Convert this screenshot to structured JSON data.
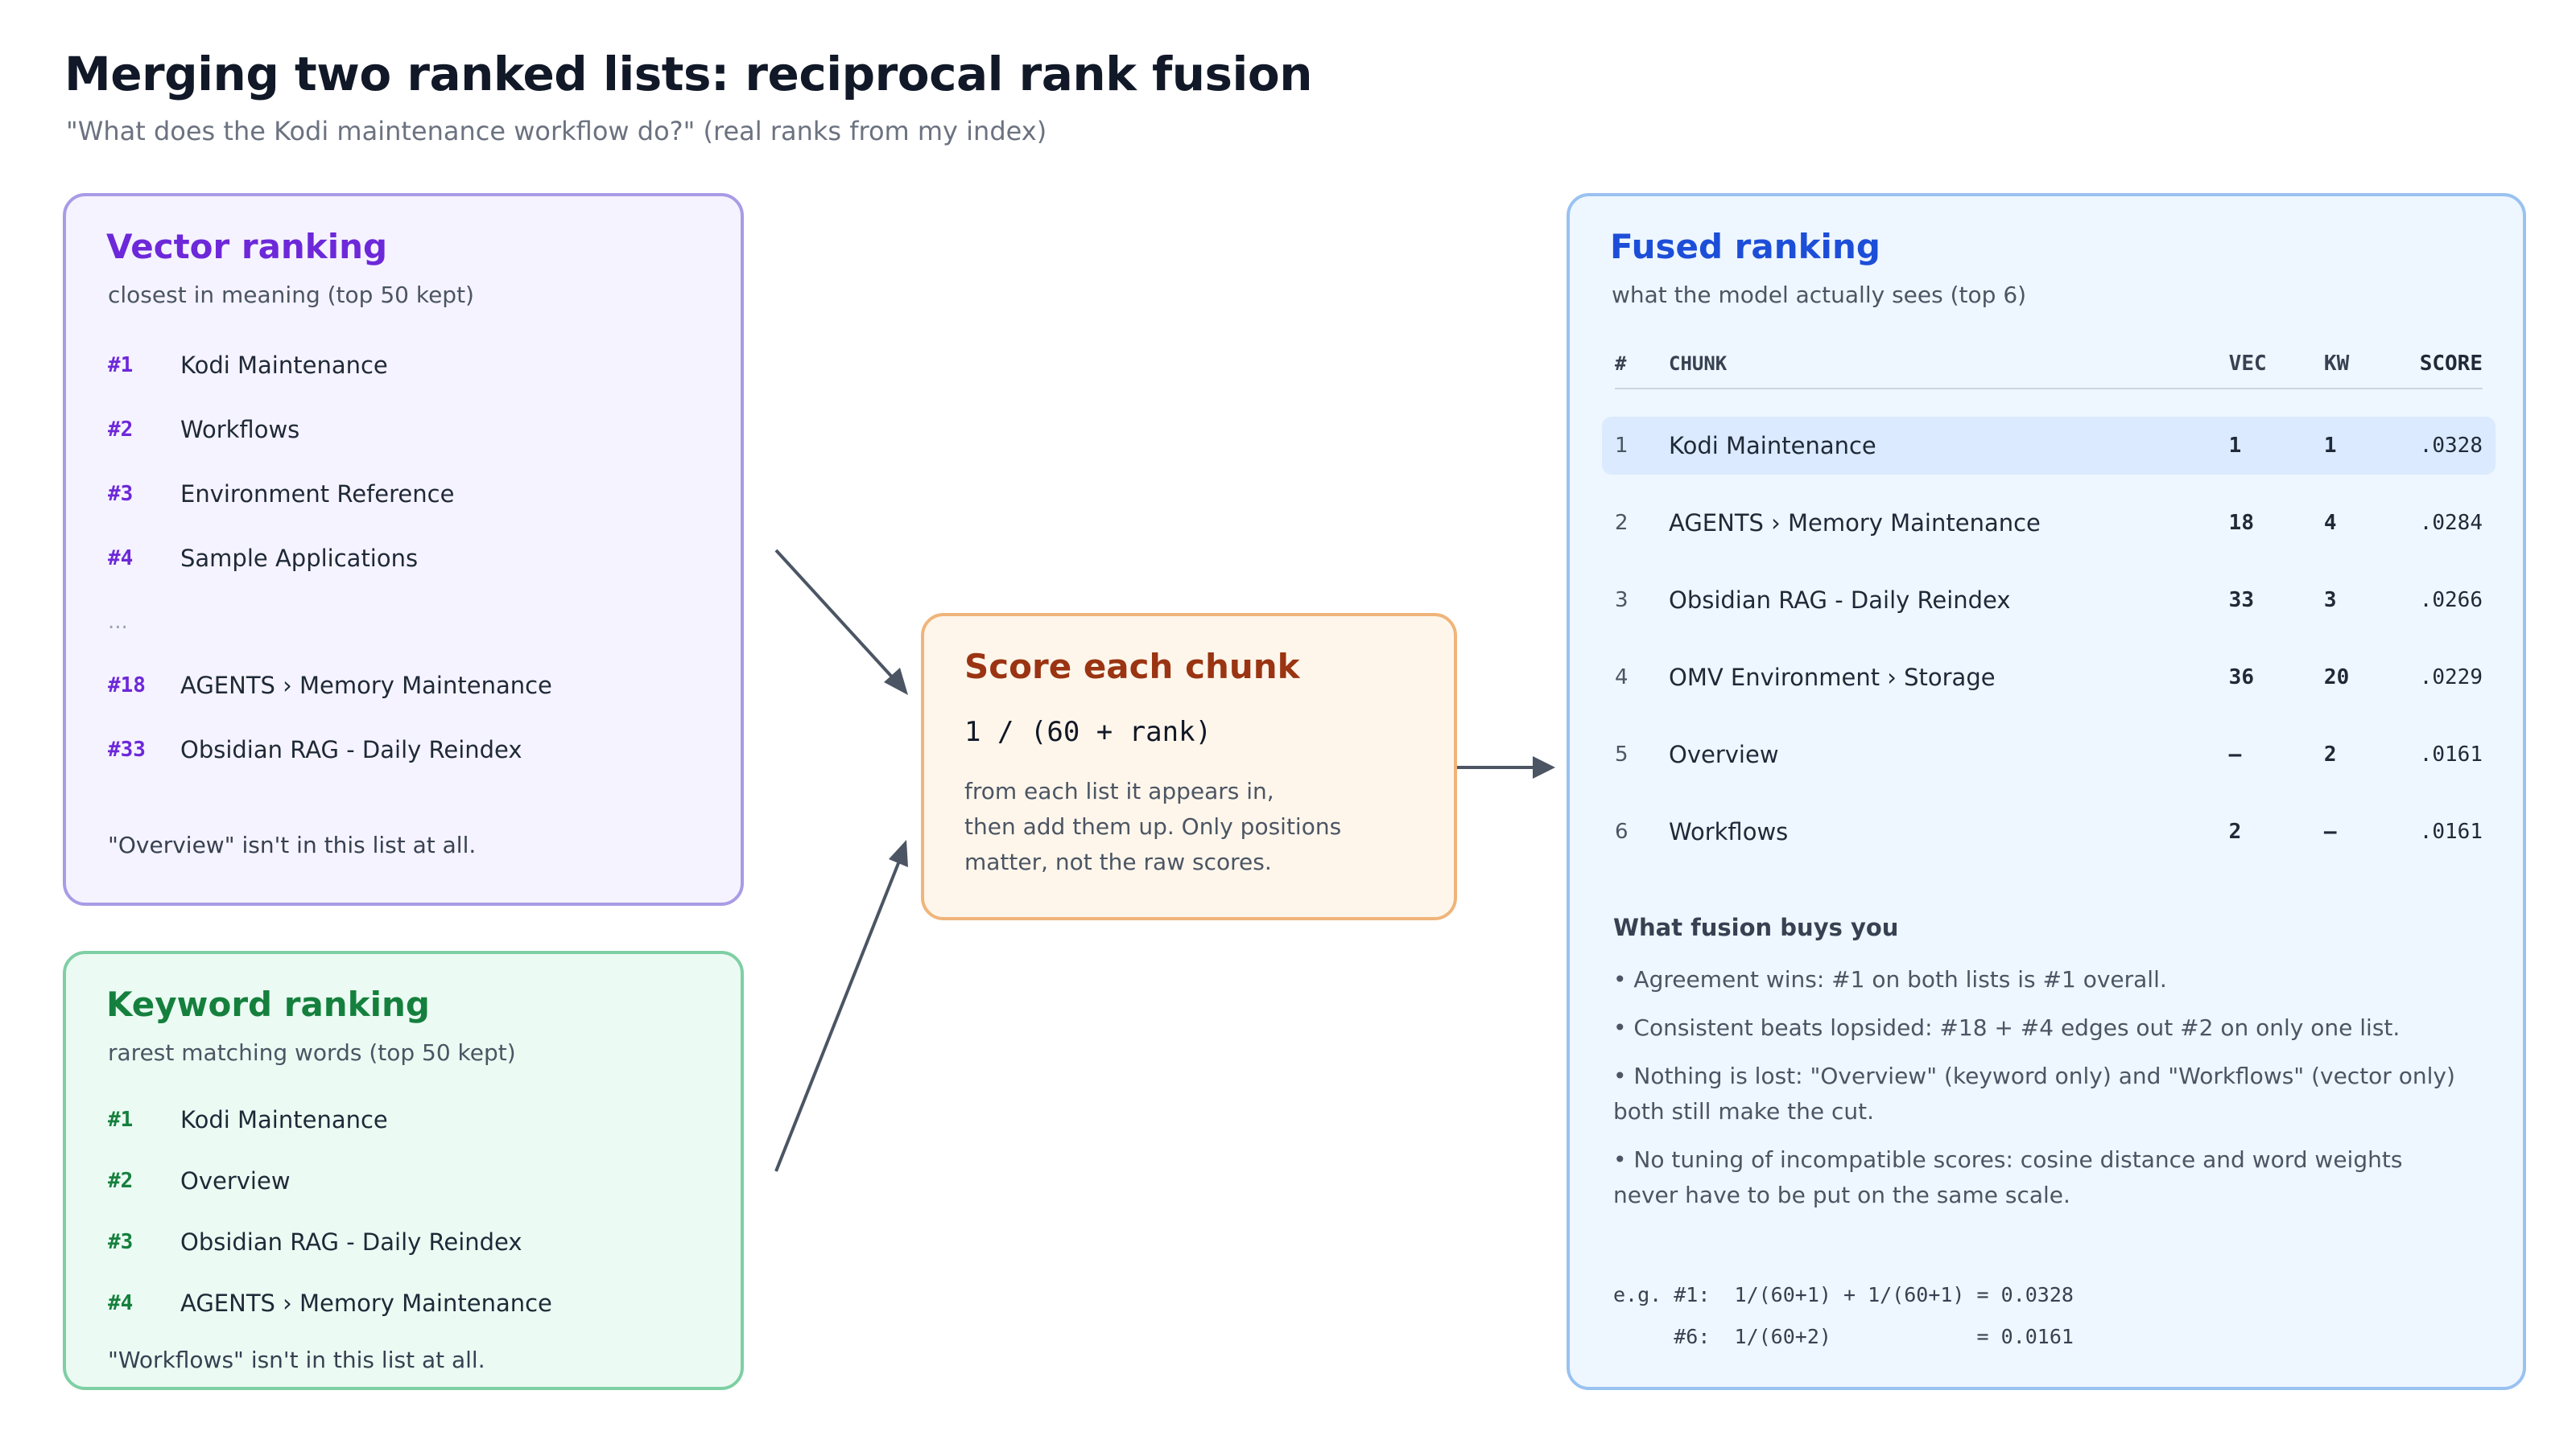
{
  "title": "Merging two ranked lists: reciprocal rank fusion",
  "subtitle": "\"What does the Kodi maintenance workflow do?\" (real ranks from my index)",
  "vector": {
    "title": "Vector ranking",
    "subtitle": "closest in meaning (top 50 kept)",
    "items": [
      {
        "rank": "#1",
        "label": "Kodi Maintenance"
      },
      {
        "rank": "#2",
        "label": "Workflows"
      },
      {
        "rank": "#3",
        "label": "Environment Reference"
      },
      {
        "rank": "#4",
        "label": "Sample Applications"
      }
    ],
    "ellipsis": "...",
    "items_tail": [
      {
        "rank": "#18",
        "label": "AGENTS › Memory Maintenance"
      },
      {
        "rank": "#33",
        "label": "Obsidian RAG - Daily Reindex"
      }
    ],
    "note": "\"Overview\" isn't in this list at all.",
    "accent": "#6d28d9"
  },
  "keyword": {
    "title": "Keyword ranking",
    "subtitle": "rarest matching words (top 50 kept)",
    "items": [
      {
        "rank": "#1",
        "label": "Kodi Maintenance"
      },
      {
        "rank": "#2",
        "label": "Overview"
      },
      {
        "rank": "#3",
        "label": "Obsidian RAG - Daily Reindex"
      },
      {
        "rank": "#4",
        "label": "AGENTS › Memory Maintenance"
      }
    ],
    "note": "\"Workflows\" isn't in this list at all.",
    "accent": "#15803d"
  },
  "score": {
    "title": "Score each chunk",
    "formula": "1 / (60 + rank)",
    "description_lines": [
      "from each list it appears in,",
      "then add them up. Only positions",
      "matter, not the raw scores."
    ],
    "accent": "#9a3412"
  },
  "fused": {
    "title": "Fused ranking",
    "subtitle": "what the model actually sees (top 6)",
    "columns": [
      "#",
      "CHUNK",
      "VEC",
      "KW",
      "SCORE"
    ],
    "rows": [
      {
        "idx": "1",
        "chunk": "Kodi Maintenance",
        "vec": "1",
        "kw": "1",
        "score": ".0328"
      },
      {
        "idx": "2",
        "chunk": "AGENTS › Memory Maintenance",
        "vec": "18",
        "kw": "4",
        "score": ".0284"
      },
      {
        "idx": "3",
        "chunk": "Obsidian RAG - Daily Reindex",
        "vec": "33",
        "kw": "3",
        "score": ".0266"
      },
      {
        "idx": "4",
        "chunk": "OMV Environment › Storage",
        "vec": "36",
        "kw": "20",
        "score": ".0229"
      },
      {
        "idx": "5",
        "chunk": "Overview",
        "vec": "–",
        "kw": "2",
        "score": ".0161"
      },
      {
        "idx": "6",
        "chunk": "Workflows",
        "vec": "2",
        "kw": "–",
        "score": ".0161"
      }
    ],
    "buys_title": "What fusion buys you",
    "buys": [
      "• Agreement wins: #1 on both lists is #1 overall.",
      "• Consistent beats lopsided: #18 + #4 edges out #2 on only one list.",
      "• Nothing is lost: \"Overview\" (keyword only) and \"Workflows\" (vector only) both still make the cut.",
      "• No tuning of incompatible scores: cosine distance and word weights never have to be put on the same scale."
    ],
    "example_lines": [
      "e.g. #1:  1/(60+1) + 1/(60+1) = 0.0328",
      "     #6:  1/(60+2)            = 0.0161"
    ],
    "accent": "#1d4ed8"
  }
}
